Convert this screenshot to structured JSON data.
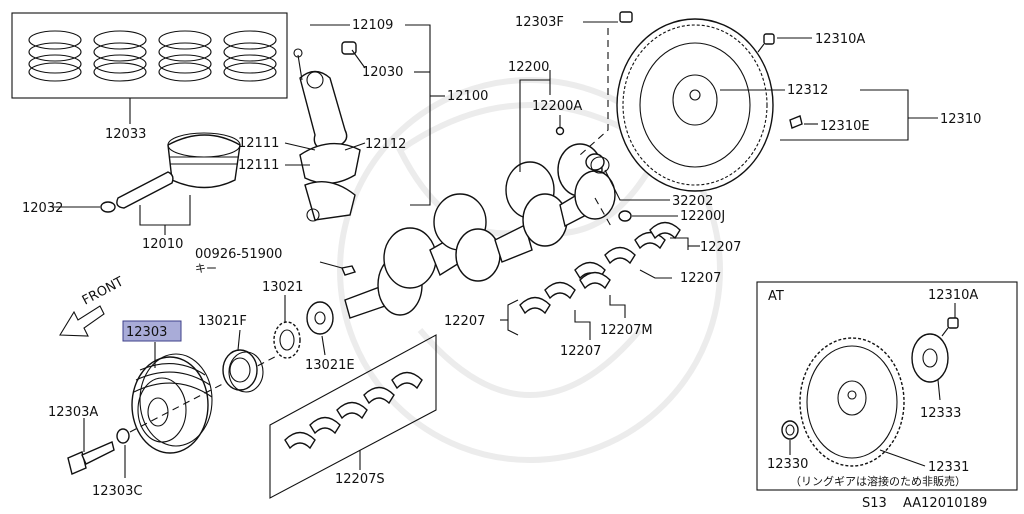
{
  "front_label": "FRONT",
  "at_label": "AT",
  "footnote": "（リングギアは溶接のため非販売）",
  "key_label": "キー",
  "footer_code": "S13",
  "footer_ref": "AA12010189",
  "selected_part": "12303",
  "parts": {
    "p12033": "12033",
    "p12032": "12032",
    "p12010": "12010",
    "p12109": "12109",
    "p12030": "12030",
    "p12100": "12100",
    "p12111a": "12111",
    "p12111b": "12111",
    "p12112": "12112",
    "p12303F": "12303F",
    "p12200": "12200",
    "p12200A": "12200A",
    "p12310A": "12310A",
    "p12312": "12312",
    "p12310E": "12310E",
    "p12310": "12310",
    "p32202": "32202",
    "p12200J": "12200J",
    "p12207a": "12207",
    "p12207b": "12207",
    "p12207c": "12207",
    "p12207d": "12207",
    "p12207M": "12207M",
    "p00926": "00926-51900",
    "p13021": "13021",
    "p13021F": "13021F",
    "p13021E": "13021E",
    "p12303A": "12303A",
    "p12303C": "12303C",
    "p12207S": "12207S",
    "p12310A_at": "12310A",
    "p12333": "12333",
    "p12330": "12330",
    "p12331": "12331"
  },
  "colors": {
    "highlight_fill": "#a9acd8",
    "highlight_border": "#3d3f8a",
    "line": "#111111",
    "watermark": "#ececec"
  }
}
